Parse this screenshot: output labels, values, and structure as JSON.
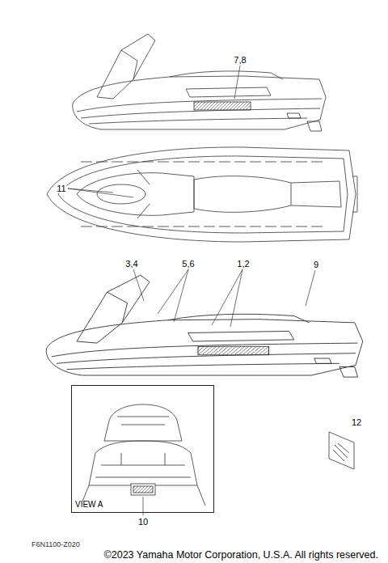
{
  "diagram": {
    "caption": "©2023 Yamaha Motor Corporation, U.S.A. All rights reserved.",
    "nodes": [
      {
        "text": [
          "VIEW A"
        ]
      }
    ],
    "labels": [
      "7,8",
      "11",
      "3,4",
      "5,6",
      "1,2",
      "9",
      "12",
      "10",
      "F6N1100-Z020"
    ]
  }
}
